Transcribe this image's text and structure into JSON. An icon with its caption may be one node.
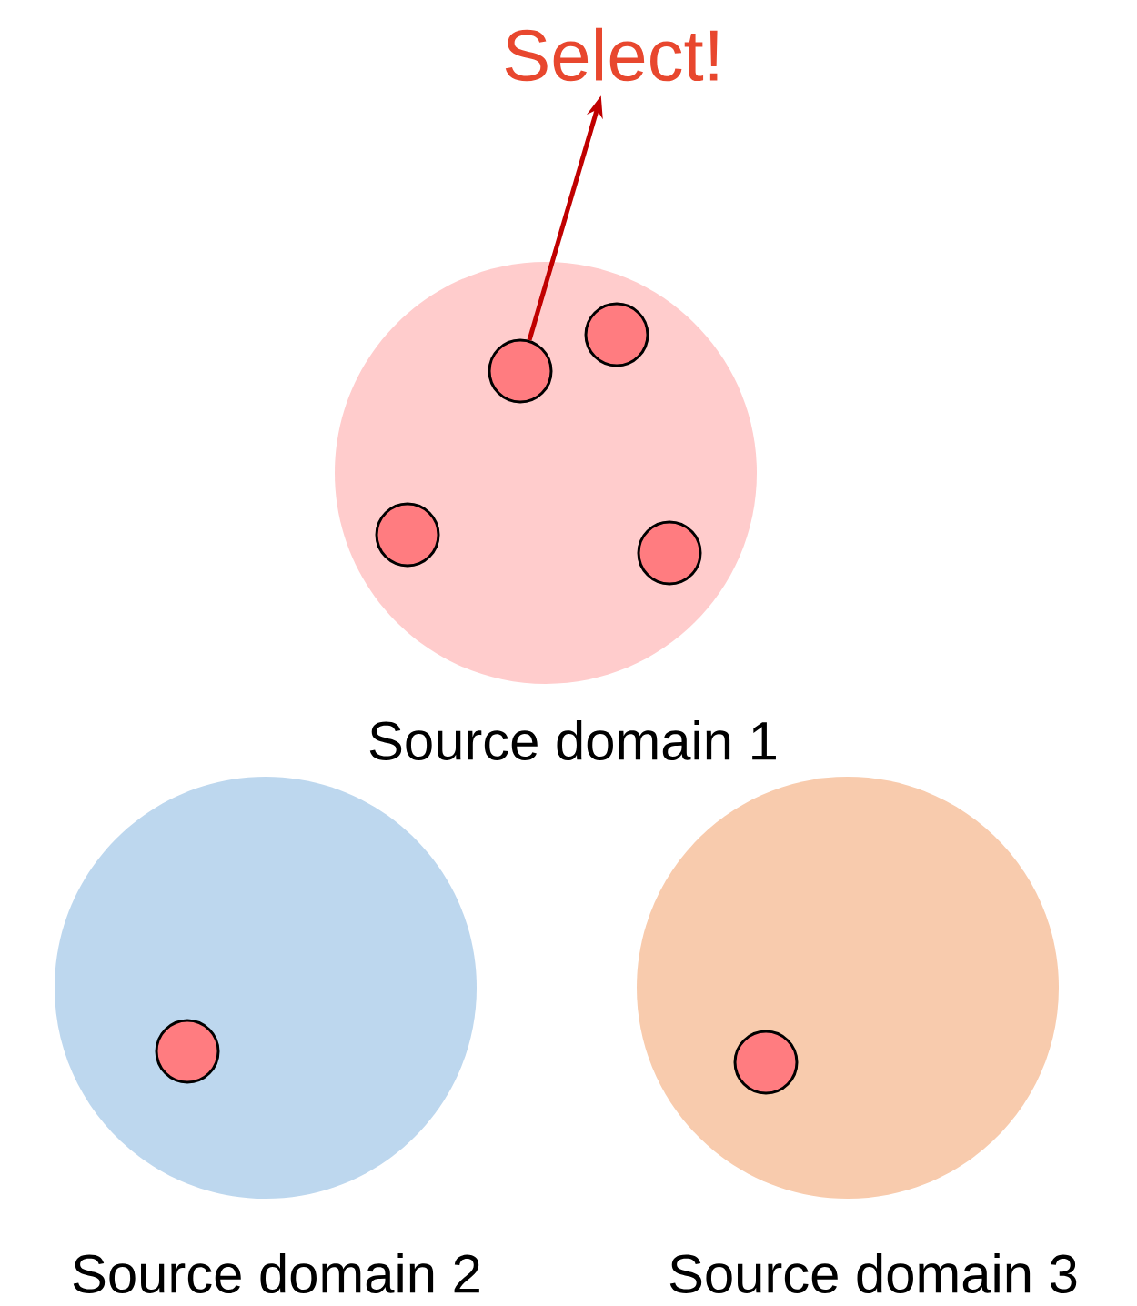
{
  "diagram": {
    "nodes": [
      {
        "text": [
          "Select!"
        ]
      },
      {
        "text": [
          "Source domain 1"
        ]
      },
      {
        "text": [],
        "shape": "circle",
        "in": 1
      },
      {
        "text": [],
        "shape": "circle",
        "in": 1
      },
      {
        "text": [],
        "shape": "circle",
        "in": 1
      },
      {
        "text": [],
        "shape": "circle",
        "in": 1
      },
      {
        "text": [
          "Source domain 2"
        ]
      },
      {
        "text": [],
        "shape": "circle",
        "in": 6
      },
      {
        "text": [
          "Source domain 3"
        ]
      },
      {
        "text": [],
        "shape": "circle",
        "in": 8
      }
    ],
    "edges": [
      {
        "from": 3,
        "to": 0,
        "arrow": "to",
        "color": "#c00000"
      }
    ]
  }
}
